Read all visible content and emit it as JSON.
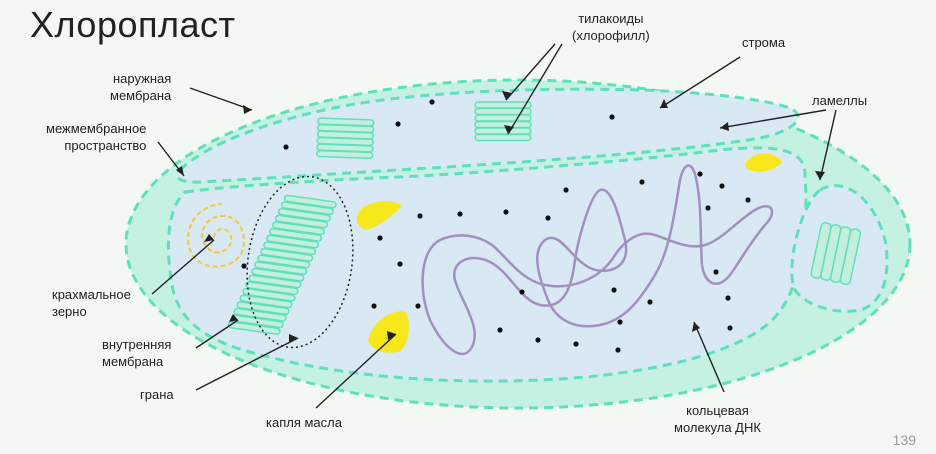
{
  "title": "Хлоропласт",
  "page_number": "139",
  "labels": {
    "thylakoids_1": "тилакоиды",
    "thylakoids_2": "(хлорофилл)",
    "stroma": "строма",
    "outer_membrane_1": "наружная",
    "outer_membrane_2": "мембрана",
    "lamellae": "ламеллы",
    "intermembrane_1": "межмембранное",
    "intermembrane_2": "пространство",
    "starch_1": "крахмальное",
    "starch_2": "зерно",
    "inner_membrane_1": "внутренняя",
    "inner_membrane_2": "мембрана",
    "granum": "грана",
    "oil_drop": "капля масла",
    "dna_1": "кольцевая",
    "dna_2": "молекула ДНК"
  },
  "colors": {
    "outer_fill": "#c5f1e2",
    "outer_stroke": "#5fe0bd",
    "inner_fill": "#d9e9f3",
    "thylakoid": "#c3efdc",
    "dna": "#a38fc0",
    "oil": "#f7e71b",
    "starch": "#f2c93a"
  }
}
